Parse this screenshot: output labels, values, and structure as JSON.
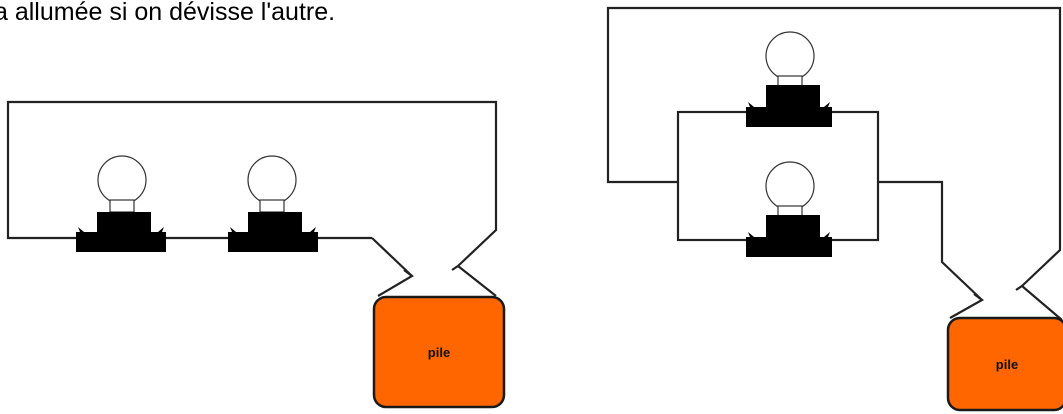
{
  "caption": "a allumée si on dévisse l'autre.",
  "battery_label": "pile",
  "colors": {
    "battery": "#ff6600",
    "wire": "#222222",
    "socket": "#000000"
  },
  "circuits": [
    {
      "name": "series-circuit",
      "bulbs": 2,
      "battery_label": "pile"
    },
    {
      "name": "parallel-circuit",
      "bulbs": 2,
      "battery_label": "pile"
    }
  ]
}
